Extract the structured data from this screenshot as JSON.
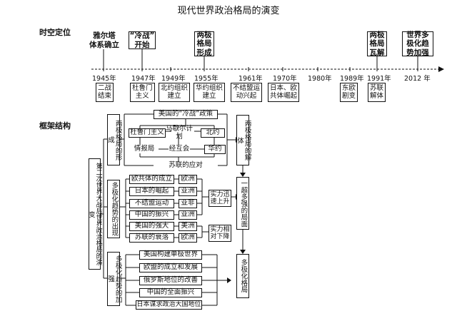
{
  "title": "现代世界政治格局的演变",
  "sections": {
    "timeline": "时空定位",
    "framework": "框架结构"
  },
  "timeline": {
    "top_events": [
      {
        "text": "雅尔塔\n体系确立"
      },
      {
        "text": "“冷战”\n开始"
      },
      {
        "text": "两极\n格局\n形成"
      },
      {
        "text": "两极\n格局\n瓦解"
      },
      {
        "text": "世界多\n极化趋\n势加强"
      }
    ],
    "years": [
      "1945年",
      "1947年",
      "1949年",
      "1955年",
      "1961年",
      "1970年",
      "1980年",
      "1989年",
      "1991年",
      "2012 年"
    ],
    "bottom_events": [
      "二战\n结束",
      "杜鲁门\n主义",
      "北约组织\n建立",
      "华约组织\n建立",
      "不结盟运\n动兴起",
      "日本、欧\n共体崛起",
      "东欧\n剧变",
      "苏联\n解体"
    ]
  },
  "framework": {
    "root": "第二次世界大战后世界政治格局的演变",
    "branch1": {
      "label": "两极格局的形成",
      "cold_war": "美国的“冷战”政策",
      "row1": [
        "杜鲁门主义",
        "马歇尔计划",
        "北约"
      ],
      "row2": [
        "情报局",
        "经互会",
        "华约"
      ],
      "soviet": "苏联的应对"
    },
    "branch2": {
      "label": "多极化趋势的出现",
      "items": [
        {
          "name": "欧共体的成立",
          "region": "欧洲"
        },
        {
          "name": "日本的崛起",
          "region": "亚洲"
        },
        {
          "name": "不结盟运动",
          "region": "亚非"
        },
        {
          "name": "中国的振兴",
          "region": "亚洲"
        },
        {
          "name": "美国的强大",
          "region": "美洲"
        },
        {
          "name": "苏联的衰落",
          "region": "欧洲"
        }
      ],
      "rise": "实力迅速上升",
      "fall": "实力相对下降"
    },
    "branch3": {
      "label": "多极化趋势的加强",
      "items": [
        "美国构建单极世界",
        "欧盟的成立和发展",
        "俄罗斯地位的改善",
        "中国的全面振兴",
        "日本谋求政治大国地位"
      ]
    },
    "right": {
      "collapse": "两极格局的解体",
      "one_super": "一超多强的局面",
      "multi": "多极化格局"
    }
  }
}
